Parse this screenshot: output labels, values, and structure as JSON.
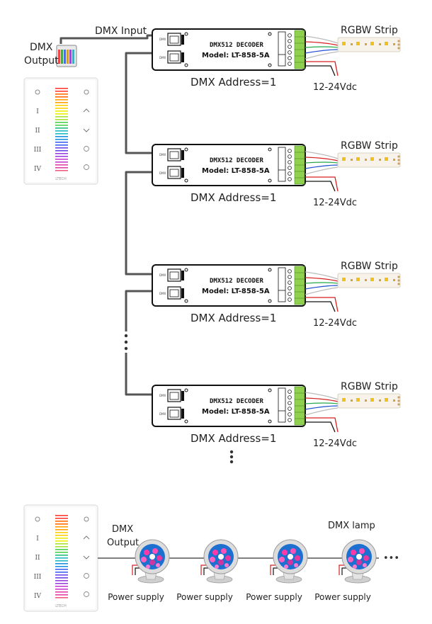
{
  "labels": {
    "dmx_input": "DMX Input",
    "dmx_output_top_line1": "DMX",
    "dmx_output_top_line2": "Output",
    "dmx_output_bottom_line1": "DMX",
    "dmx_output_bottom_line2": "Output",
    "dmx_lamp": "DMX lamp",
    "ellipsis_horizontal": "•••"
  },
  "controller": {
    "brand": "LTECH",
    "left_buttons": [
      "I",
      "II",
      "III",
      "IV"
    ],
    "spectrum_colors": [
      "#ff3b30",
      "#ff6a00",
      "#ffa200",
      "#ffd000",
      "#e8f000",
      "#a6e22e",
      "#49d04b",
      "#1fbf7a",
      "#1fb9c2",
      "#1a8fe0",
      "#3a5ff0",
      "#6a48e6",
      "#9a3ee0",
      "#c43bd0",
      "#e040a8",
      "#f05a80"
    ]
  },
  "decoders": [
    {
      "title": "DMX512 DECODER",
      "model": "Model: LT-858-5A",
      "address": "DMX Address=1",
      "strip": "RGBW Strip",
      "power": "12-24Vdc"
    },
    {
      "title": "DMX512 DECODER",
      "model": "Model: LT-858-5A",
      "address": "DMX Address=1",
      "strip": "RGBW Strip",
      "power": "12-24Vdc"
    },
    {
      "title": "DMX512 DECODER",
      "model": "Model: LT-858-5A",
      "address": "DMX Address=1",
      "strip": "RGBW Strip",
      "power": "12-24Vdc"
    },
    {
      "title": "DMX512 DECODER",
      "model": "Model: LT-858-5A",
      "address": "DMX Address=1",
      "strip": "RGBW Strip",
      "power": "12-24Vdc"
    }
  ],
  "lamps": [
    {
      "power": "Power supply"
    },
    {
      "power": "Power supply"
    },
    {
      "power": "Power supply"
    },
    {
      "power": "Power supply"
    }
  ],
  "colors": {
    "cable": "#555555",
    "green_terminal": "#8fd14f",
    "wire_red": "#d62020",
    "wire_green": "#25a84a",
    "wire_blue": "#2050d0",
    "wire_white": "#bbbbbb",
    "strip_bg": "#f7f3ea",
    "strip_led": "#f0c020"
  }
}
